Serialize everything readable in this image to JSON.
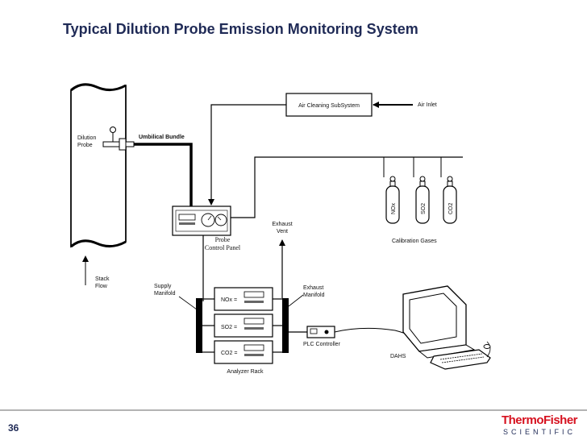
{
  "header": {
    "title": "Typical Dilution Probe Emission Monitoring System"
  },
  "footer": {
    "page_number": "36",
    "logo_main": "ThermoFisher",
    "logo_sub": "SCIENTIFIC"
  },
  "diagram": {
    "probe_label_1": "Dilution",
    "probe_label_2": "Probe",
    "umbilical": "Umbilical Bundle",
    "stack_label_1": "Stack",
    "stack_label_2": "Flow",
    "air_cleaning": "Air Cleaning SubSystem",
    "air_inlet": "Air Inlet",
    "exhaust_vent_1": "Exhaust",
    "exhaust_vent_2": "Vent",
    "control_panel_1": "Probe",
    "control_panel_2": "Control Panel",
    "calibration_gases": "Calibration Gases",
    "gas_nox": "NOx",
    "gas_so2": "SO2",
    "gas_co2": "CO2",
    "supply_manifold_1": "Supply",
    "supply_manifold_2": "Manifold",
    "exhaust_manifold_1": "Exhaust",
    "exhaust_manifold_2": "Manifold",
    "analyzer_nox": "NOx =",
    "analyzer_so2": "SO2 =",
    "analyzer_co2": "CO2 =",
    "analyzer_rack": "Analyzer Rack",
    "plc": "PLC Controller",
    "dahs": "DAHS"
  }
}
